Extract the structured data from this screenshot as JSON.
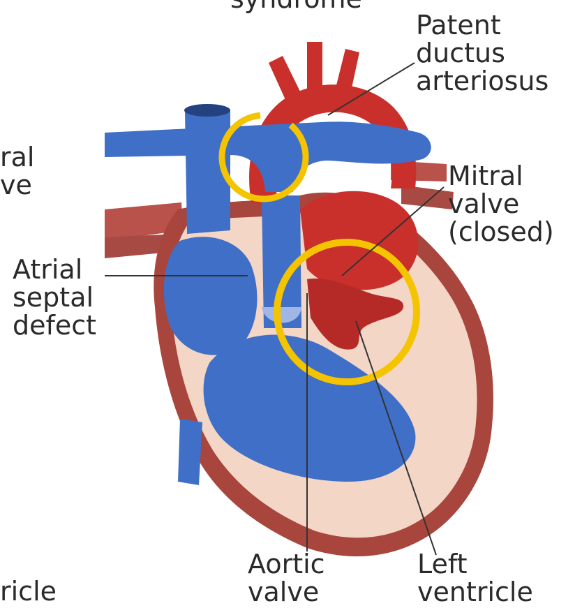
{
  "labels": {
    "top_cut": "syndrome",
    "left_cut_1": "ral",
    "left_cut_2": "ve",
    "left_cut_bottom": "ricle",
    "pda": [
      "Patent",
      "ductus",
      "arteriosus"
    ],
    "mitral": [
      "Mitral",
      "valve",
      "(closed)"
    ],
    "asd": [
      "Atrial",
      "septal",
      "defect"
    ],
    "aortic": [
      "Aortic",
      "valve"
    ],
    "lv": [
      "Left",
      "ventricle"
    ]
  },
  "colors": {
    "highlight_ring": "#F5C400",
    "oxygen_poor": "#3F6FC6",
    "oxygen_rich": "#C9302C",
    "tissue": "#F3D6C6",
    "wall": "#A8453C",
    "label_text": "#2a2a2a"
  }
}
